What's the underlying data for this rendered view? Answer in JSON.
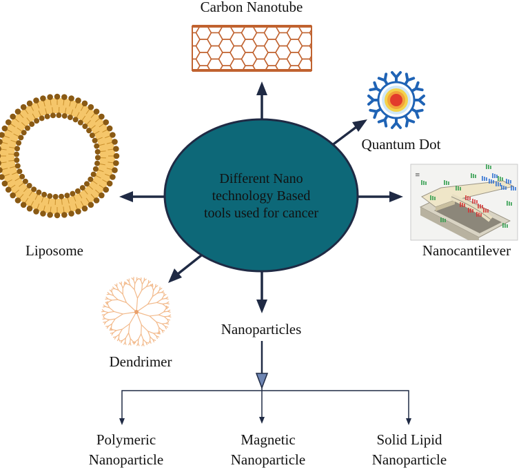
{
  "center": {
    "lines": [
      "Different Nano",
      "technology Based",
      "tools used for cancer"
    ],
    "fill": "#0d6878"
  },
  "nodes": {
    "carbon_nanotube": "Carbon Nanotube",
    "quantum_dot": "Quantum Dot",
    "liposome": "Liposome",
    "nanocantilever": "Nanocantilever",
    "dendrimer": "Dendrimer",
    "nanoparticles": "Nanoparticles"
  },
  "nanoparticle_types": [
    [
      "Polymeric",
      "Nanoparticle"
    ],
    [
      "Magnetic",
      "Nanoparticle"
    ],
    [
      "Solid Lipid",
      "Nanoparticle"
    ]
  ],
  "colors": {
    "arrow": "#1f2a44",
    "arrow_fill": "#6f86b3",
    "nanotube": "#c0622f",
    "liposome": "#8a5a14",
    "liposome_tail": "#f5c66a",
    "quantum_blue": "#1f63b5",
    "quantum_core": "#e23b2c",
    "dendrimer": "#f2b98a"
  },
  "icons": {
    "carbon_nanotube": "nanotube-icon",
    "quantum_dot": "quantum-dot-icon",
    "liposome": "liposome-icon",
    "nanocantilever": "nanocantilever-icon",
    "dendrimer": "dendrimer-icon"
  }
}
